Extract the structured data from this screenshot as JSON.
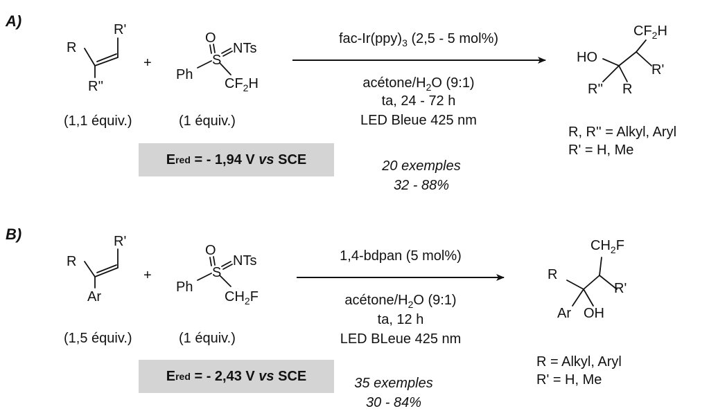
{
  "panel_a": {
    "label": "A)",
    "alkene": {
      "r": "R",
      "r1": "R'",
      "r2": "R''",
      "equiv": "(1,1 équiv.)"
    },
    "plus": "+",
    "reagent": {
      "o": "O",
      "s": "S",
      "nts": "NTs",
      "ph": "Ph",
      "group_base": "CF",
      "group_sub": "2",
      "group_end": "H",
      "equiv": "(1 équiv.)"
    },
    "catalyst_base": "fac-Ir(ppy)",
    "catalyst_sub": "3",
    "catalyst_end": " (2,5 - 5 mol%)",
    "solvent_base": "acétone/H",
    "solvent_sub": "2",
    "solvent_end": "O (9:1)",
    "temp": "ta, 24 - 72 h",
    "light": "LED Bleue 425 nm",
    "potential": {
      "e": "E",
      "e_sub": "red",
      "value": " = - 1,94 V ",
      "vs": "vs",
      "ref": " SCE"
    },
    "examples": "20 exemples",
    "yield": "32 - 88%",
    "product": {
      "ho": "HO",
      "top_base": "CF",
      "top_sub": "2",
      "top_end": "H",
      "r1": "R'",
      "r2": "R''",
      "r": "R"
    },
    "subst1": "R, R'' = Alkyl, Aryl",
    "subst2": "R' = H, Me"
  },
  "panel_b": {
    "label": "B)",
    "alkene": {
      "r": "R",
      "r1": "R'",
      "ar": "Ar",
      "equiv": "(1,5 équiv.)"
    },
    "plus": "+",
    "reagent": {
      "o": "O",
      "s": "S",
      "nts": "NTs",
      "ph": "Ph",
      "group_base": "CH",
      "group_sub": "2",
      "group_end": "F",
      "equiv": "(1 équiv.)"
    },
    "catalyst": "1,4-bdpan (5 mol%)",
    "solvent_base": "acétone/H",
    "solvent_sub": "2",
    "solvent_end": "O (9:1)",
    "temp": "ta, 12 h",
    "light": "LED BLeue 425 nm",
    "potential": {
      "e": "E",
      "e_sub": "red",
      "value": " = - 2,43 V ",
      "vs": "vs",
      "ref": " SCE"
    },
    "examples": "35 exemples",
    "yield": "30 - 84%",
    "product": {
      "top_base": "CH",
      "top_sub": "2",
      "top_end": "F",
      "r": "R",
      "r1": "R'",
      "ar": "Ar",
      "oh": "OH"
    },
    "subst1": "R = Alkyl, Aryl",
    "subst2": "R' = H, Me"
  }
}
